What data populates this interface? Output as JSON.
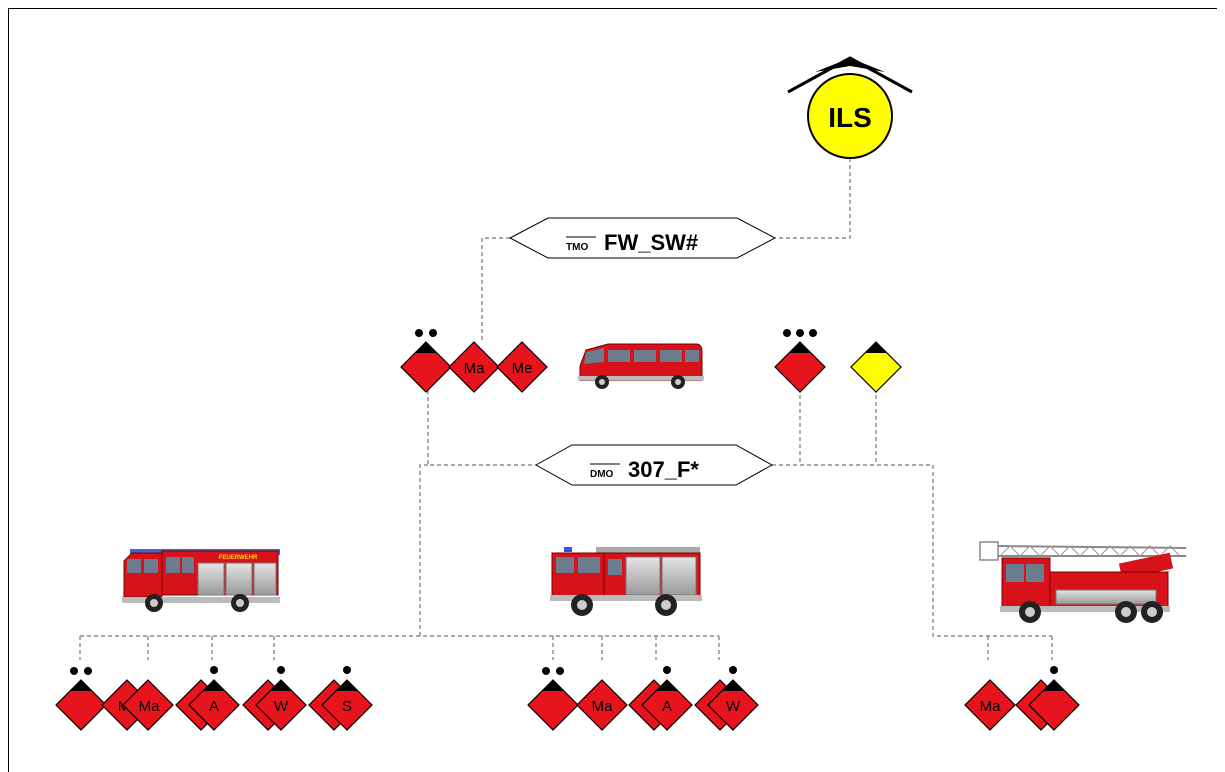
{
  "control_center": {
    "label": "ILS"
  },
  "radio_groups": [
    {
      "prefix": "TMO",
      "name": "FW_SW#"
    },
    {
      "prefix": "DMO",
      "name": "307_F*"
    }
  ],
  "vehicles": [
    {
      "role": "van",
      "text": ""
    },
    {
      "role": "fire-engine-left",
      "text": "FEUERWEHR"
    },
    {
      "role": "fire-engine-middle",
      "text": ""
    },
    {
      "role": "turntable-ladder",
      "text": ""
    }
  ],
  "units": {
    "top_group": [
      "",
      "Ma",
      "Me"
    ],
    "mid_right_group": [
      ""
    ],
    "mid_yellow": [
      ""
    ],
    "bottom_left": [
      "",
      "M",
      "Ma",
      "A",
      "W",
      "S"
    ],
    "bottom_middle": [
      "",
      "Ma",
      "A",
      "W"
    ],
    "bottom_right": [
      "Ma",
      ""
    ]
  },
  "colors": {
    "unit_red": "#e8141d",
    "yellow": "#ffff00",
    "line": "#777777"
  }
}
